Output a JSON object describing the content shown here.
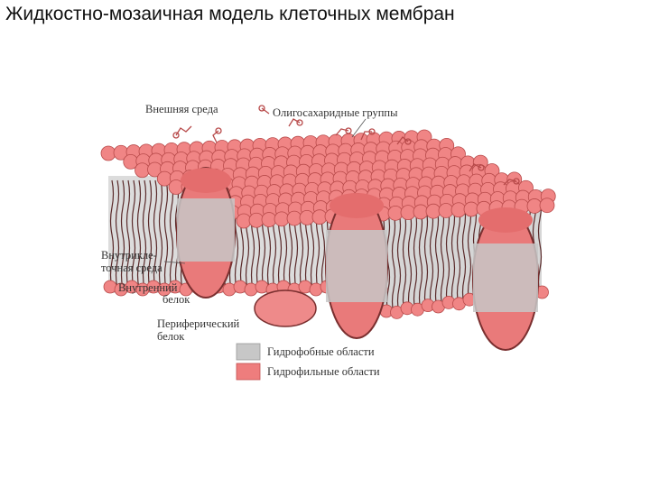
{
  "title": "Жидкостно-мозаичная модель клеточных мембран",
  "labels": {
    "outer_medium": "Внешняя среда",
    "oligosaccharide": "Олигосахаридные группы",
    "intracellular_line1": "Внутрикле-",
    "intracellular_line2": "точная среда",
    "integral_line1": "Внутренний",
    "integral_line2": "белок",
    "peripheral_line1": "Периферический",
    "peripheral_line2": "белок"
  },
  "legend": {
    "hydrophobic": "Гидрофобные области",
    "hydrophilic": "Гидрофильные области"
  },
  "colors": {
    "head": "#f08585",
    "head_stroke": "#b84a4a",
    "protein": "#e97a7a",
    "hydrophobic": "#c7c7c7",
    "tail": "#5a2a2a"
  }
}
